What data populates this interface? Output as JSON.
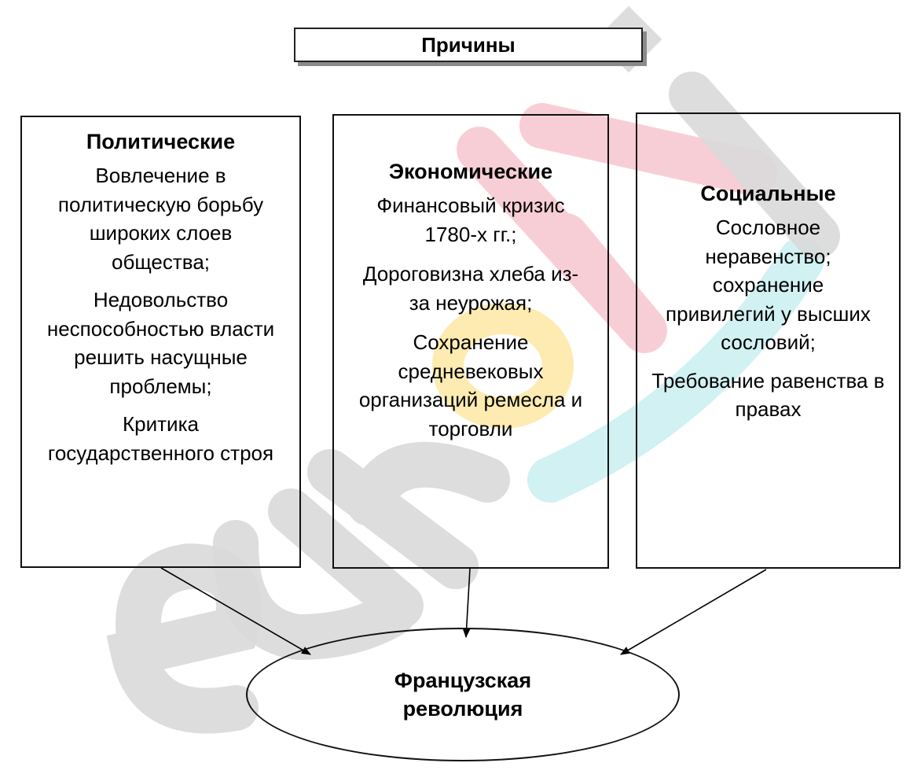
{
  "title": "Причины",
  "columns": [
    {
      "heading": "Политические",
      "items": [
        "Вовлечение в политическую борьбу широких слоев общества;",
        "Недовольство неспособностью власти решить насущные проблемы;",
        "Критика государственного строя"
      ]
    },
    {
      "heading": "Экономические",
      "items": [
        "Финансовый кризис 1780-х гг.;",
        "Дороговизна хлеба из-за неурожая;",
        "Сохранение средневековых организаций ремесла и торговли"
      ]
    },
    {
      "heading": "Социальные",
      "items": [
        "Сословное неравенство; сохранение привилегий у высших сословий;",
        "Требование равенства в правах"
      ]
    }
  ],
  "result": "Французская революция",
  "watermark": {
    "colors": {
      "e": "#d9d9d9",
      "u": "#d9d9d9",
      "r": "#d9d9d9",
      "o": "#fde9a8",
      "k": "#f7c6cf",
      "i": "#d9d9d9",
      "swoosh": "#c9eef0"
    }
  }
}
